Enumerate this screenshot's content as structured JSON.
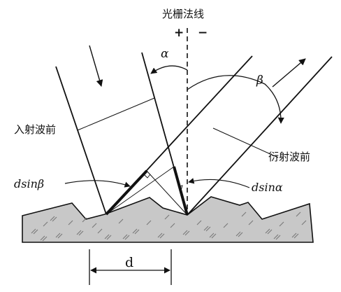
{
  "labels": {
    "normal": "光栅法线",
    "plus": "+",
    "minus": "−",
    "alpha": "α",
    "beta": "β",
    "incident_wavefront": "入射波前",
    "diffracted_wavefront": "衍射波前",
    "d_sin_beta": "dsinβ",
    "d_sin_alpha": "dsinα",
    "period": "d"
  },
  "colors": {
    "line": "#111111",
    "grating_fill": "#c8c8c8",
    "hatch": "#777777"
  }
}
